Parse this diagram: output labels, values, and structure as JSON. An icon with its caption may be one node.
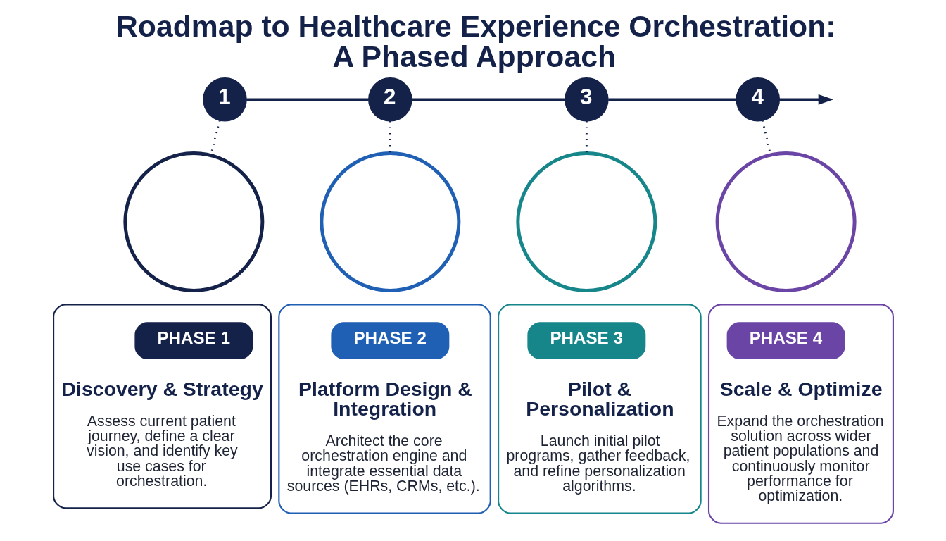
{
  "diagram": {
    "title": "Roadmap to Healthcare Experience Orchestration: A Phased Approach",
    "nodes": [
      {
        "text": [
          "1"
        ]
      },
      {
        "text": [],
        "shape": "circle"
      },
      {
        "text": [
          "Discovery & Strategy",
          "Assess current patient journey, define a clear vision, and identify key use cases for orchestration."
        ]
      },
      {
        "text": [
          "PHASE 1"
        ],
        "in": 2
      },
      {
        "text": [
          "2"
        ]
      },
      {
        "text": [],
        "shape": "circle"
      },
      {
        "text": [
          "Platform Design & Integration",
          "Architect the core orchestration engine and integrate essential data sources (EHRs, CRMs, etc.)."
        ]
      },
      {
        "text": [
          "PHASE 2"
        ],
        "in": 6
      },
      {
        "text": [
          "3"
        ]
      },
      {
        "text": [],
        "shape": "circle"
      },
      {
        "text": [
          "Pilot & Personalization",
          "Launch initial pilot programs, gather feedback, and refine personalization algorithms."
        ]
      },
      {
        "text": [
          "PHASE 3"
        ],
        "in": 10
      },
      {
        "text": [
          "4"
        ]
      },
      {
        "text": [],
        "shape": "circle"
      },
      {
        "text": [
          "Scale & Optimize",
          "Expand the orchestration solution across wider patient populations and continuously monitor performance for optimization."
        ]
      },
      {
        "text": [
          "PHASE 4"
        ],
        "in": 14
      }
    ],
    "edges": [
      {
        "from": 0,
        "to": 4,
        "arrow": "none"
      },
      {
        "from": 4,
        "to": 8,
        "arrow": "none"
      },
      {
        "from": 8,
        "to": 12,
        "arrow": "none"
      },
      {
        "from": 12,
        "to": null,
        "arrow": "to"
      },
      {
        "from": 0,
        "to": 1,
        "arrow": "none",
        "style": "dashed"
      },
      {
        "from": 4,
        "to": 5,
        "arrow": "none",
        "style": "dashed"
      },
      {
        "from": 8,
        "to": 9,
        "arrow": "none",
        "style": "dashed"
      },
      {
        "from": 12,
        "to": 13,
        "arrow": "none",
        "style": "dashed"
      }
    ]
  }
}
